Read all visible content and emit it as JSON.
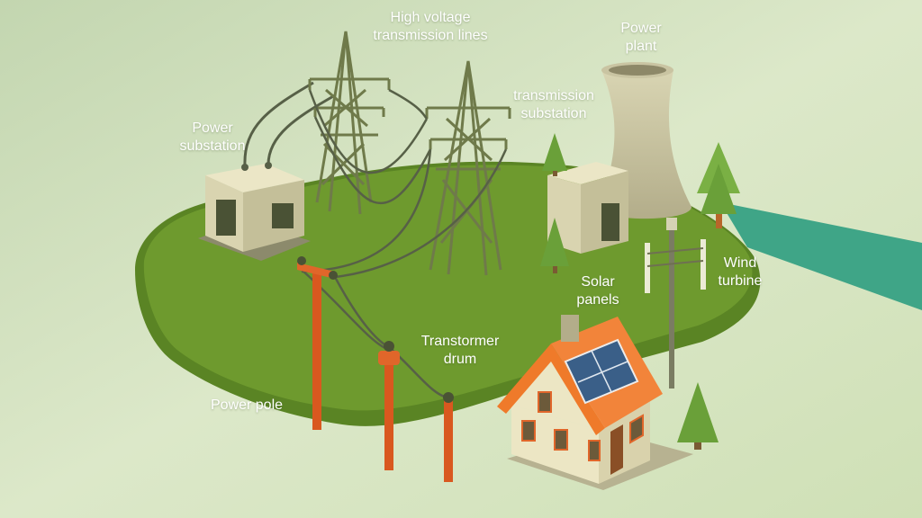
{
  "labels": {
    "high_voltage": [
      "High voltage",
      "transmission lines"
    ],
    "power_plant": [
      "Power",
      "plant"
    ],
    "transmission_substation": [
      "transmission",
      "substation"
    ],
    "power_substation": [
      "Power",
      "substation"
    ],
    "solar_panels": [
      "Solar",
      "panels"
    ],
    "wind_turbine": [
      "Wind",
      "turbine"
    ],
    "transformer_drum": [
      "Transtormer",
      "drum"
    ],
    "power_pole": [
      "Power pole"
    ]
  },
  "colors": {
    "background": "#cfe0bd",
    "grass": "#6e9a2e",
    "grass_side": "#5a8424",
    "water": "#3fa587",
    "tower": "#6f7a4a",
    "building": "#d9d4b0",
    "pole": "#e0662a",
    "roof": "#ef7a2a",
    "tree": "#6aa039",
    "label_text": "#ffffff"
  }
}
